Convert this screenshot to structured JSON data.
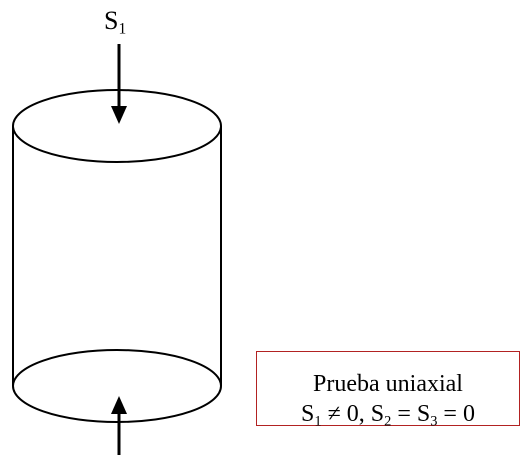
{
  "labels": {
    "top_symbol": "S",
    "top_subscript": "1"
  },
  "caption": {
    "title": "Prueba uniaxial",
    "condition_parts": [
      "S",
      "1",
      " ≠ 0, S",
      "2",
      " = S",
      "3",
      " = 0"
    ]
  },
  "colors": {
    "lines": "#000000",
    "caption_border": "#b22222"
  }
}
